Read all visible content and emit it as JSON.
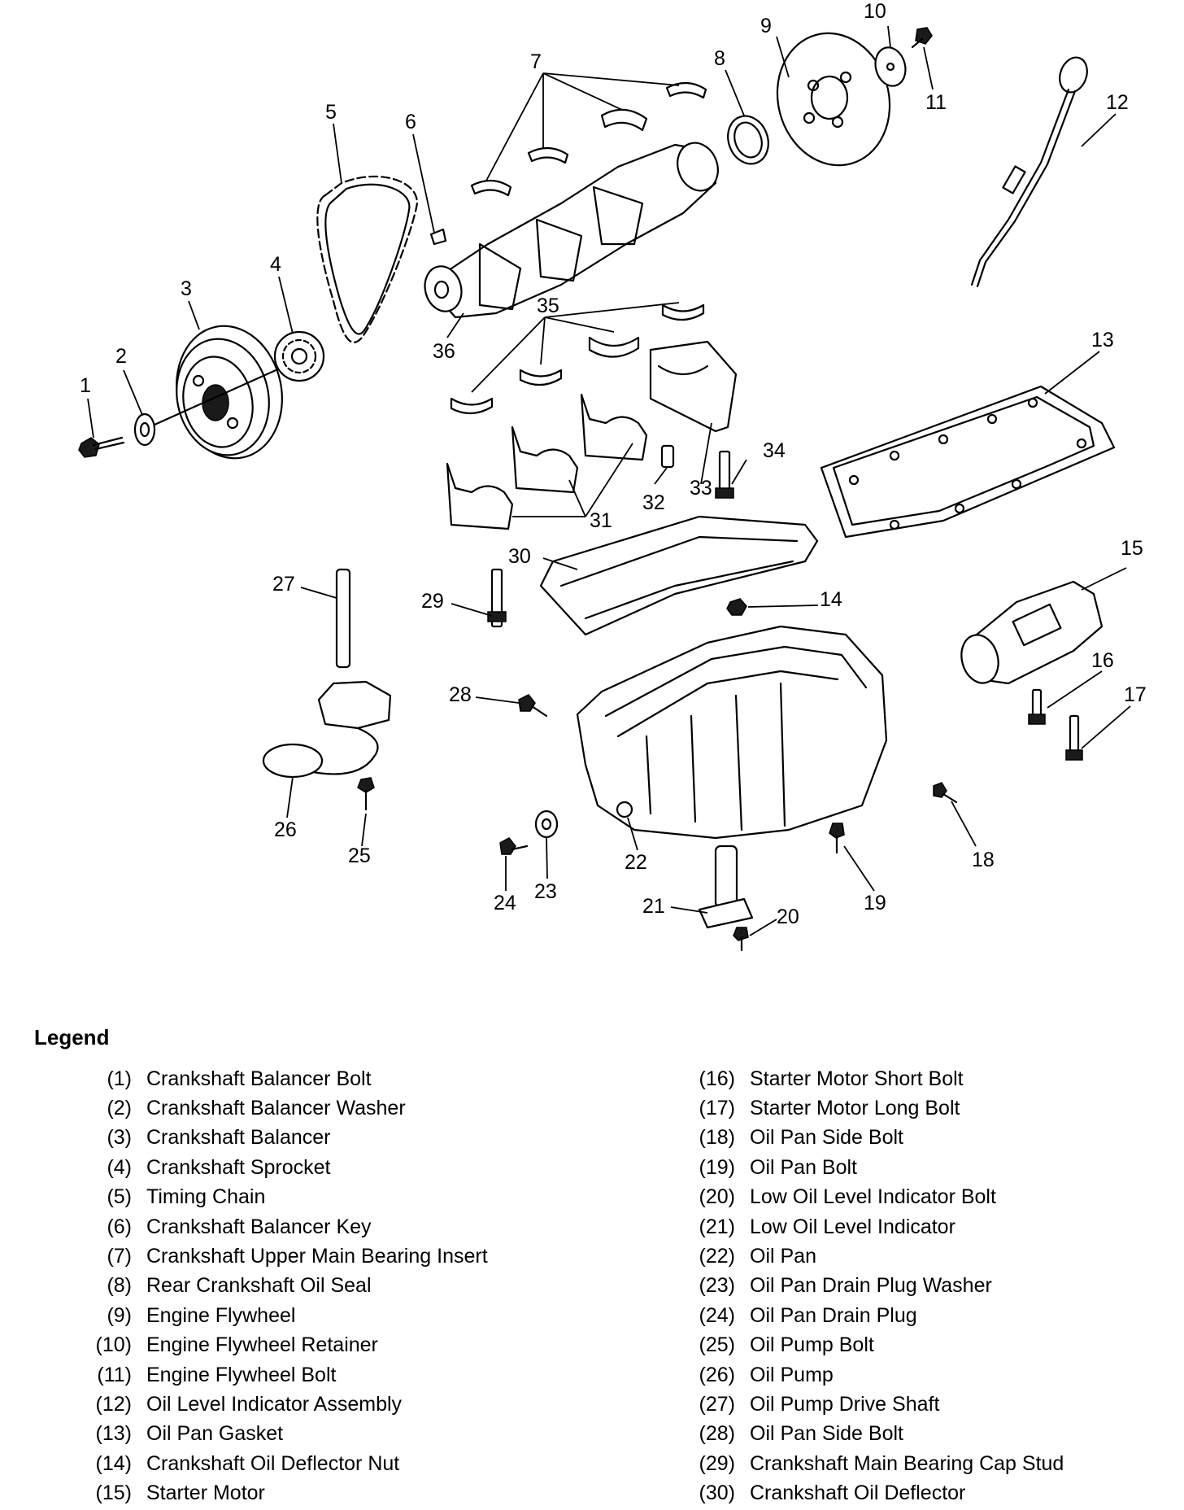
{
  "callouts": [
    "1",
    "2",
    "3",
    "4",
    "5",
    "6",
    "7",
    "8",
    "9",
    "10",
    "11",
    "12",
    "13",
    "14",
    "15",
    "16",
    "17",
    "18",
    "19",
    "20",
    "21",
    "22",
    "23",
    "24",
    "25",
    "26",
    "27",
    "28",
    "29",
    "30",
    "31",
    "32",
    "33",
    "34",
    "35",
    "36"
  ],
  "legend_title": "Legend",
  "legend_left": [
    {
      "num": "(1)",
      "label": "Crankshaft Balancer Bolt"
    },
    {
      "num": "(2)",
      "label": "Crankshaft Balancer Washer"
    },
    {
      "num": "(3)",
      "label": "Crankshaft Balancer"
    },
    {
      "num": "(4)",
      "label": "Crankshaft Sprocket"
    },
    {
      "num": "(5)",
      "label": "Timing Chain"
    },
    {
      "num": "(6)",
      "label": "Crankshaft Balancer Key"
    },
    {
      "num": "(7)",
      "label": "Crankshaft Upper Main Bearing Insert"
    },
    {
      "num": "(8)",
      "label": "Rear Crankshaft Oil Seal"
    },
    {
      "num": "(9)",
      "label": "Engine Flywheel"
    },
    {
      "num": "(10)",
      "label": "Engine Flywheel Retainer"
    },
    {
      "num": "(11)",
      "label": "Engine Flywheel Bolt"
    },
    {
      "num": "(12)",
      "label": "Oil Level Indicator Assembly"
    },
    {
      "num": "(13)",
      "label": "Oil Pan Gasket"
    },
    {
      "num": "(14)",
      "label": "Crankshaft Oil Deflector Nut"
    },
    {
      "num": "(15)",
      "label": "Starter Motor"
    }
  ],
  "legend_right": [
    {
      "num": "(16)",
      "label": "Starter Motor Short Bolt"
    },
    {
      "num": "(17)",
      "label": "Starter Motor Long Bolt"
    },
    {
      "num": "(18)",
      "label": "Oil Pan Side Bolt"
    },
    {
      "num": "(19)",
      "label": "Oil Pan Bolt"
    },
    {
      "num": "(20)",
      "label": "Low Oil Level Indicator Bolt"
    },
    {
      "num": "(21)",
      "label": "Low Oil Level Indicator"
    },
    {
      "num": "(22)",
      "label": "Oil Pan"
    },
    {
      "num": "(23)",
      "label": "Oil Pan Drain Plug Washer"
    },
    {
      "num": "(24)",
      "label": "Oil Pan Drain Plug"
    },
    {
      "num": "(25)",
      "label": "Oil Pump Bolt"
    },
    {
      "num": "(26)",
      "label": "Oil Pump"
    },
    {
      "num": "(27)",
      "label": "Oil Pump Drive Shaft"
    },
    {
      "num": "(28)",
      "label": "Oil Pan Side Bolt"
    },
    {
      "num": "(29)",
      "label": "Crankshaft Main Bearing Cap Stud"
    },
    {
      "num": "(30)",
      "label": "Crankshaft Oil Deflector"
    }
  ]
}
